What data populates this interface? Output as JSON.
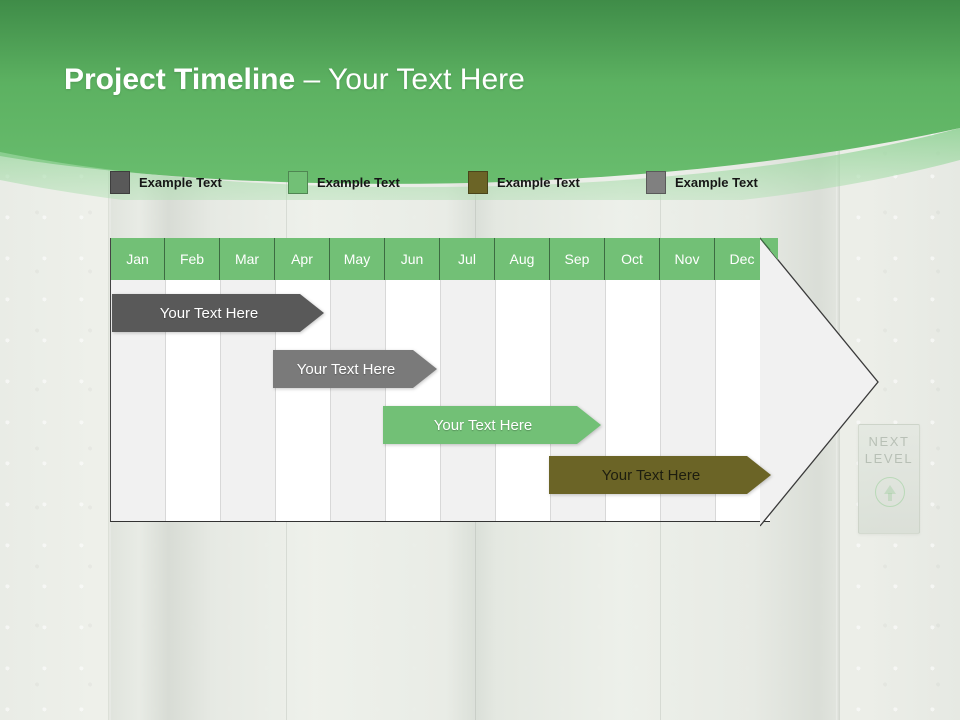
{
  "slide": {
    "title_bold": "Project Timeline",
    "title_rest": " – Your Text Here"
  },
  "legend": {
    "items": [
      {
        "label": "Example Text",
        "color": "#595959",
        "x": 0
      },
      {
        "label": "Example Text",
        "color": "#72c076",
        "x": 178
      },
      {
        "label": "Example Text",
        "color": "#6b6426",
        "x": 358
      },
      {
        "label": "Example Text",
        "color": "#808080",
        "x": 536
      }
    ]
  },
  "timeline": {
    "months": [
      "Jan",
      "Feb",
      "Mar",
      "Apr",
      "May",
      "Jun",
      "Jul",
      "Aug",
      "Sep",
      "Oct",
      "Nov",
      "Dec"
    ],
    "header_color": "#72c076",
    "header_text_color": "#ffffff",
    "bars": [
      {
        "label": "Your  Text Here",
        "color": "#595959",
        "text_tone": "light",
        "start_month": 0,
        "end_month": 4,
        "row": 0
      },
      {
        "label": "Your  Text Here",
        "color": "#7a7a7a",
        "text_tone": "light",
        "start_month": 3,
        "end_month": 6,
        "row": 1
      },
      {
        "label": "Your  Text Here",
        "color": "#72c076",
        "text_tone": "light",
        "start_month": 5,
        "end_month": 9,
        "row": 2
      },
      {
        "label": "Your  Text Here",
        "color": "#6b6426",
        "text_tone": "dark",
        "start_month": 8,
        "end_month": 12,
        "row": 3
      }
    ]
  },
  "background": {
    "panel_line1": "NEXT",
    "panel_line2": "LEVEL",
    "panel_icon": "elevator-up-arrow-icon"
  },
  "chart_data": {
    "type": "bar",
    "title": "Project Timeline – Your Text Here",
    "categories": [
      "Jan",
      "Feb",
      "Mar",
      "Apr",
      "May",
      "Jun",
      "Jul",
      "Aug",
      "Sep",
      "Oct",
      "Nov",
      "Dec"
    ],
    "xlabel": "",
    "ylabel": "",
    "legend_position": "top",
    "grid": true,
    "series": [
      {
        "name": "Example Text",
        "color": "#595959",
        "label": "Your  Text Here",
        "start": "Jan",
        "end": "Apr"
      },
      {
        "name": "Example Text",
        "color": "#7a7a7a",
        "label": "Your  Text Here",
        "start": "Apr",
        "end": "Jun"
      },
      {
        "name": "Example Text",
        "color": "#72c076",
        "label": "Your  Text Here",
        "start": "Jun",
        "end": "Sep"
      },
      {
        "name": "Example Text",
        "color": "#6b6426",
        "label": "Your  Text Here",
        "start": "Sep",
        "end": "Dec"
      }
    ]
  }
}
